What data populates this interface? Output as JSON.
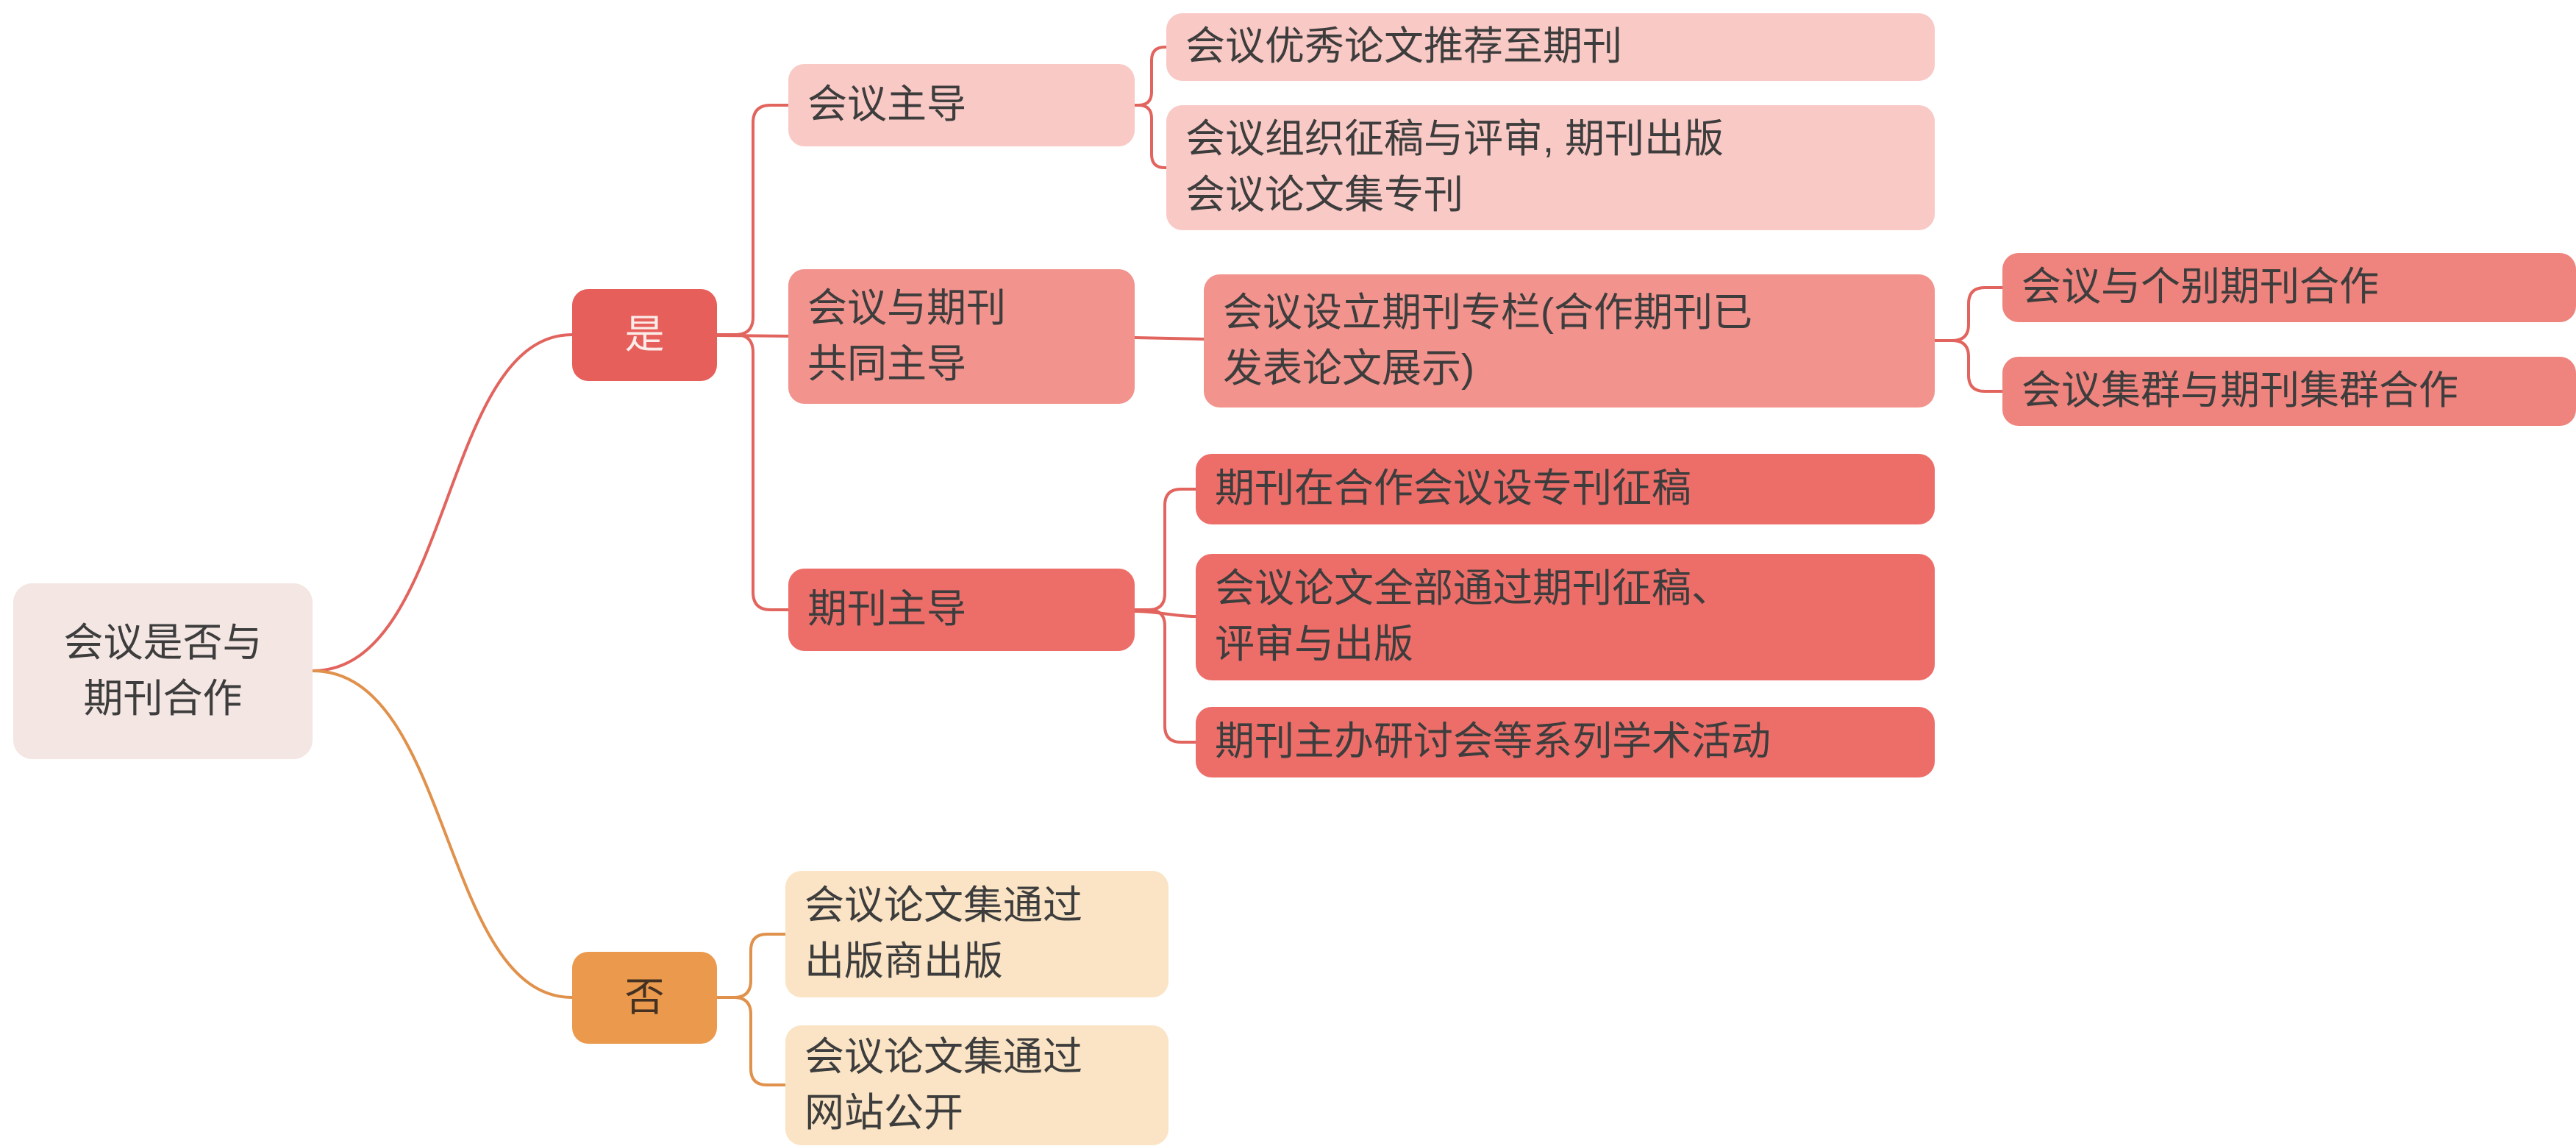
{
  "mindmap": {
    "root": {
      "label": "会议是否与\n期刊合作",
      "children": [
        {
          "label": "是",
          "children": [
            {
              "label": "会议主导",
              "children": [
                {
                  "label": "会议优秀论文推荐至期刊"
                },
                {
                  "label": "会议组织征稿与评审, 期刊出版\n会议论文集专刊"
                }
              ]
            },
            {
              "label": "会议与期刊\n共同主导",
              "children": [
                {
                  "label": "会议设立期刊专栏(合作期刊已\n发表论文展示)",
                  "children": [
                    {
                      "label": "会议与个别期刊合作"
                    },
                    {
                      "label": "会议集群与期刊集群合作"
                    }
                  ]
                }
              ]
            },
            {
              "label": "期刊主导",
              "children": [
                {
                  "label": "期刊在合作会议设专刊征稿"
                },
                {
                  "label": "会议论文全部通过期刊征稿、\n评审与出版"
                },
                {
                  "label": "期刊主办研讨会等系列学术活动"
                }
              ]
            }
          ]
        },
        {
          "label": "否",
          "children": [
            {
              "label": "会议论文集通过\n出版商出版"
            },
            {
              "label": "会议论文集通过\n网站公开"
            }
          ]
        }
      ]
    }
  },
  "colors": {
    "bg": "#ffffff",
    "root-bg": "#f4e6e2",
    "yes-bg": "#e65f5b",
    "yes-text": "#fbece9",
    "no-bg": "#eb9a4d",
    "no-text": "#443122",
    "group-conf-bg": "#f9c9c5",
    "group-joint-bg": "#f2938d",
    "group-sub-bg": "#ef837d",
    "group-journal-bg": "#ed6e69",
    "group-no-bg": "#fbe4c5",
    "line-red": "#e2645e",
    "line-orange": "#e0914b",
    "text": "#3d3d3d"
  }
}
